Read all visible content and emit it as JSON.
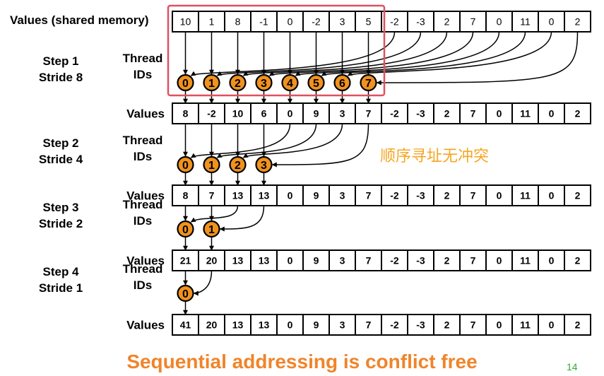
{
  "header_label": "Values (shared memory)",
  "initial_values": [
    "10",
    "1",
    "8",
    "-1",
    "0",
    "-2",
    "3",
    "5",
    "-2",
    "-3",
    "2",
    "7",
    "0",
    "11",
    "0",
    "2"
  ],
  "thread_label": [
    "Thread",
    "IDs"
  ],
  "values_label": "Values",
  "steps": [
    {
      "title": "Step 1",
      "stride_label": "Stride 8",
      "stride": 8,
      "threads": [
        "0",
        "1",
        "2",
        "3",
        "4",
        "5",
        "6",
        "7"
      ],
      "values": [
        "8",
        "-2",
        "10",
        "6",
        "0",
        "9",
        "3",
        "7",
        "-2",
        "-3",
        "2",
        "7",
        "0",
        "11",
        "0",
        "2"
      ]
    },
    {
      "title": "Step 2",
      "stride_label": "Stride 4",
      "stride": 4,
      "threads": [
        "0",
        "1",
        "2",
        "3"
      ],
      "values": [
        "8",
        "7",
        "13",
        "13",
        "0",
        "9",
        "3",
        "7",
        "-2",
        "-3",
        "2",
        "7",
        "0",
        "11",
        "0",
        "2"
      ]
    },
    {
      "title": "Step 3",
      "stride_label": "Stride 2",
      "stride": 2,
      "threads": [
        "0",
        "1"
      ],
      "values": [
        "21",
        "20",
        "13",
        "13",
        "0",
        "9",
        "3",
        "7",
        "-2",
        "-3",
        "2",
        "7",
        "0",
        "11",
        "0",
        "2"
      ]
    },
    {
      "title": "Step 4",
      "stride_label": "Stride 1",
      "stride": 1,
      "threads": [
        "0"
      ],
      "values": [
        "41",
        "20",
        "13",
        "13",
        "0",
        "9",
        "3",
        "7",
        "-2",
        "-3",
        "2",
        "7",
        "0",
        "11",
        "0",
        "2"
      ]
    }
  ],
  "annotation": "顺序寻址无冲突",
  "footer": "Sequential addressing is conflict free",
  "page_number": "14",
  "colors": {
    "thread": "#f0921e",
    "highlight": "#e05060",
    "annotation": "#f5a623",
    "footer": "#f0842a",
    "page_number": "#33aa33"
  }
}
